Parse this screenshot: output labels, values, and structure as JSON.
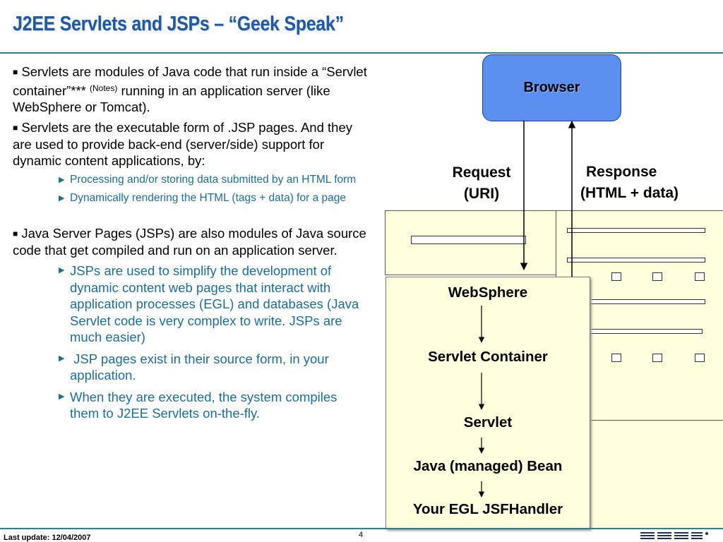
{
  "slide": {
    "title": "J2EE Servlets and JSPs – “Geek Speak”",
    "page_number": "4",
    "last_update": "Last update: 12/04/2007"
  },
  "text": {
    "b1_part1": "Servlets are modules of Java code that run inside a “Servlet container”***",
    "b1_notes": "(Notes)",
    "b1_part2": "running in an application server (like WebSphere or Tomcat).",
    "b2": "Servlets are the executable form of .JSP pages. And they are used to provide back-end (server/side) support for dynamic content applications, by:",
    "b2_subs": [
      "Processing and/or storing data submitted by an HTML form",
      "Dynamically rendering the HTML (tags + data) for a page"
    ],
    "b3": "Java Server Pages (JSPs) are also modules of Java source code that get compiled and run on an application server.",
    "b3_subs": [
      "JSPs are used to simplify the development of dynamic content web pages that interact with application processes (EGL) and databases (Java Servlet code is very complex to write. JSPs are much easier)",
      " JSP pages exist in their source form, in your application.",
      "When they are executed, the system compiles them to J2EE Servlets on-the-fly."
    ]
  },
  "diagram": {
    "browser": "Browser",
    "request": [
      "Request",
      "(URI)"
    ],
    "response": [
      "Response",
      "(HTML + data)"
    ],
    "stack": [
      "WebSphere",
      "Servlet Container",
      "Servlet",
      "Java (managed) Bean",
      "Your EGL JSFHandler"
    ]
  },
  "colors": {
    "title": "#1f5aa6",
    "sub_bullets": "#1a6e9c",
    "browser_fill": "#5a8ff0",
    "panel_fill": "#ffffdd",
    "rule": "#2b7e8a"
  }
}
